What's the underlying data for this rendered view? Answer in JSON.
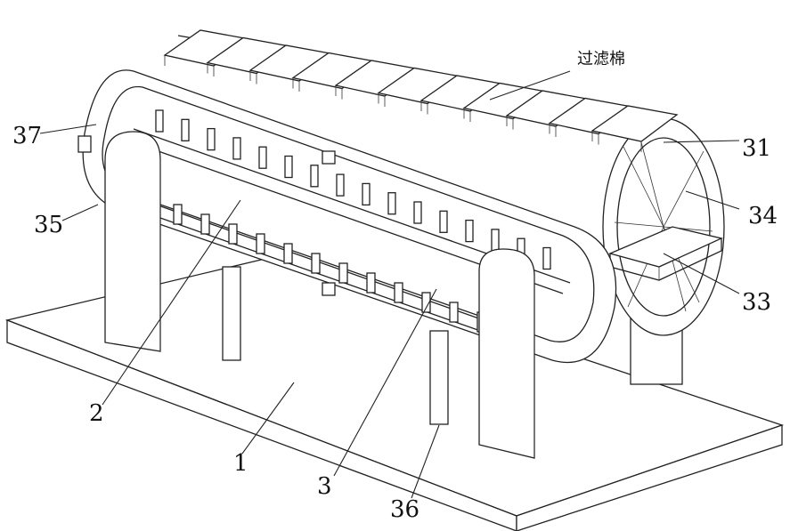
{
  "labels": {
    "filter_cotton": "过滤棉",
    "n31": "31",
    "n34": "34",
    "n33": "33",
    "n37": "37",
    "n35": "35",
    "n2": "2",
    "n1": "1",
    "n3": "3",
    "n36": "36"
  }
}
